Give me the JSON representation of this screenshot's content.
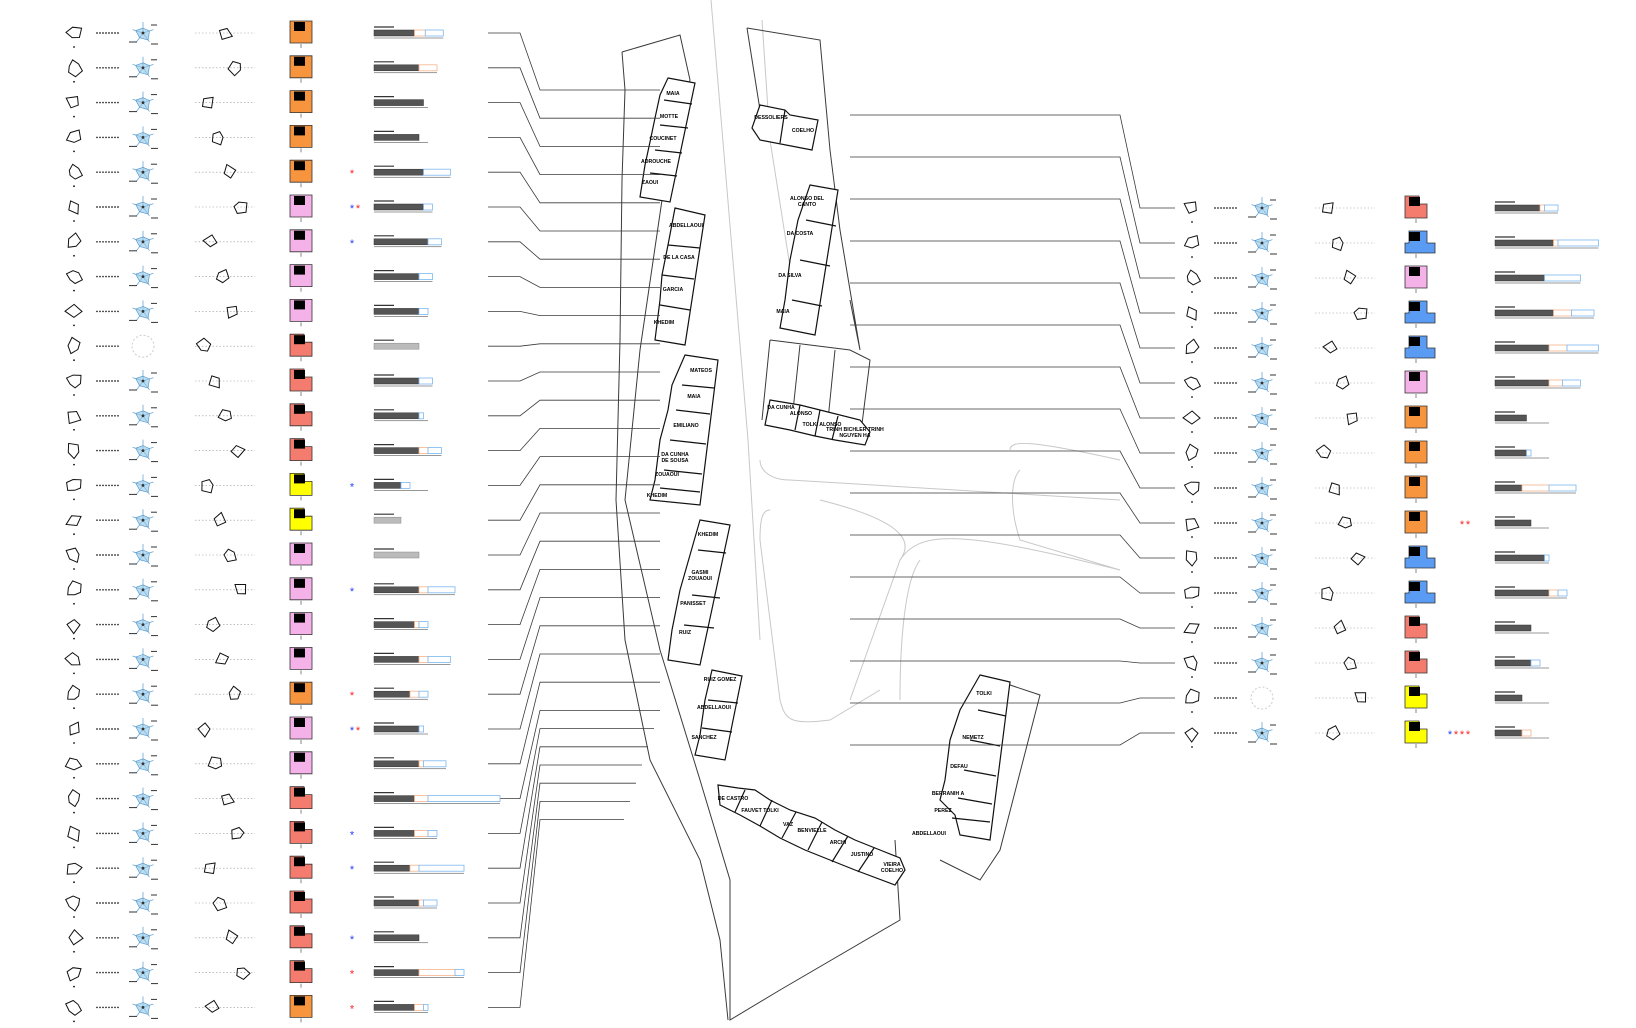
{
  "colors": {
    "orange": "#f7953f",
    "pink": "#f5b2e8",
    "salmon": "#f47c6e",
    "yellow": "#ffff00",
    "blue": "#5a9cf4",
    "black": "#000000",
    "line": "#3a3a3a",
    "light_line": "#bdbdbd",
    "star_red": "#ff2020",
    "star_blue": "#2340ff",
    "bar_dark": "#555555",
    "bar_orange": "#f5b38a",
    "bar_blue": "#7ab8f0",
    "bar_green": "#5cc26a",
    "bar_grey": "#bbbbbb",
    "radar_fill": "#8fc4e6"
  },
  "left_rows": [
    {
      "color": "orange",
      "stars": "",
      "star_color": "",
      "bar": [
        0.45,
        0.12,
        0.2
      ]
    },
    {
      "color": "orange",
      "stars": "",
      "star_color": "",
      "bar": [
        0.5,
        0.2,
        0
      ]
    },
    {
      "color": "orange",
      "stars": "",
      "star_color": "",
      "bar": [
        0.55,
        0,
        0
      ]
    },
    {
      "color": "orange",
      "stars": "",
      "star_color": "",
      "bar": [
        0.5,
        0,
        0
      ]
    },
    {
      "color": "orange",
      "stars": "*",
      "star_color": "red",
      "bar": [
        0.55,
        0,
        0.3
      ]
    },
    {
      "color": "pink",
      "stars": "**",
      "star_color": "mixed",
      "bar": [
        0.55,
        0,
        0.1
      ]
    },
    {
      "color": "pink",
      "stars": "*",
      "star_color": "blue",
      "bar": [
        0.6,
        0,
        0.15
      ]
    },
    {
      "color": "pink",
      "stars": "",
      "star_color": "",
      "bar": [
        0.5,
        0,
        0.15
      ]
    },
    {
      "color": "pink",
      "stars": "",
      "star_color": "",
      "bar": [
        0.5,
        0,
        0.1
      ]
    },
    {
      "color": "salmon",
      "stars": "",
      "star_color": "",
      "bar": [
        0,
        0,
        0.5
      ]
    },
    {
      "color": "salmon",
      "stars": "",
      "star_color": "",
      "bar": [
        0.5,
        0,
        0.15
      ]
    },
    {
      "color": "salmon",
      "stars": "",
      "star_color": "",
      "bar": [
        0.5,
        0,
        0.05
      ]
    },
    {
      "color": "salmon",
      "stars": "",
      "star_color": "",
      "bar": [
        0.5,
        0.1,
        0.15
      ]
    },
    {
      "color": "yellow",
      "stars": "*",
      "star_color": "blue",
      "bar": [
        0.3,
        0,
        0.1
      ]
    },
    {
      "color": "yellow",
      "stars": "",
      "star_color": "",
      "bar": [
        0,
        0,
        0.3
      ]
    },
    {
      "color": "pink",
      "stars": "",
      "star_color": "",
      "bar": [
        0,
        0,
        0.5
      ]
    },
    {
      "color": "pink",
      "stars": "*",
      "star_color": "blue",
      "bar": [
        0.5,
        0.1,
        0.3
      ]
    },
    {
      "color": "pink",
      "stars": "",
      "star_color": "",
      "bar": [
        0.45,
        0.05,
        0.1
      ]
    },
    {
      "color": "pink",
      "stars": "",
      "star_color": "",
      "bar": [
        0.5,
        0.1,
        0.25
      ]
    },
    {
      "color": "orange",
      "stars": "*",
      "star_color": "red",
      "bar": [
        0.4,
        0.1,
        0.1
      ]
    },
    {
      "color": "pink",
      "stars": "**",
      "star_color": "mixed",
      "bar": [
        0.5,
        0,
        0.05
      ]
    },
    {
      "color": "pink",
      "stars": "",
      "star_color": "",
      "bar": [
        0.5,
        0.05,
        0.25
      ]
    },
    {
      "color": "salmon",
      "stars": "",
      "star_color": "",
      "bar": [
        0.45,
        0.15,
        0.8
      ]
    },
    {
      "color": "salmon",
      "stars": "*",
      "star_color": "blue",
      "bar": [
        0.45,
        0.15,
        0.1
      ]
    },
    {
      "color": "salmon",
      "stars": "*",
      "star_color": "blue",
      "bar": [
        0.4,
        0.1,
        0.5
      ]
    },
    {
      "color": "salmon",
      "stars": "",
      "star_color": "",
      "bar": [
        0.5,
        0.05,
        0.15
      ]
    },
    {
      "color": "salmon",
      "stars": "*",
      "star_color": "blue",
      "bar": [
        0.5,
        0,
        0
      ]
    },
    {
      "color": "salmon",
      "stars": "*",
      "star_color": "red",
      "bar": [
        0.5,
        0.4,
        0.1
      ]
    },
    {
      "color": "orange",
      "stars": "*",
      "star_color": "red",
      "bar": [
        0.45,
        0.1,
        0.05
      ]
    }
  ],
  "right_rows": [
    {
      "color": "salmon",
      "stars": "",
      "star_color": "",
      "bar": [
        0.5,
        0.05,
        0.15
      ]
    },
    {
      "color": "blue",
      "stars": "",
      "star_color": "",
      "bar": [
        0.65,
        0.05,
        0.45
      ]
    },
    {
      "color": "pink",
      "stars": "",
      "star_color": "",
      "bar": [
        0.55,
        0,
        0.4
      ]
    },
    {
      "color": "blue",
      "stars": "",
      "star_color": "",
      "bar": [
        0.65,
        0.2,
        0.25
      ]
    },
    {
      "color": "blue",
      "stars": "",
      "star_color": "",
      "bar": [
        0.6,
        0.2,
        0.35
      ]
    },
    {
      "color": "pink",
      "stars": "",
      "star_color": "",
      "bar": [
        0.6,
        0.15,
        0.2
      ]
    },
    {
      "color": "orange",
      "stars": "",
      "star_color": "",
      "bar": [
        0.35,
        0,
        0
      ]
    },
    {
      "color": "orange",
      "stars": "",
      "star_color": "",
      "bar": [
        0.35,
        0,
        0.05
      ]
    },
    {
      "color": "orange",
      "stars": "",
      "star_color": "",
      "bar": [
        0.3,
        0.3,
        0.3
      ]
    },
    {
      "color": "orange",
      "stars": "**",
      "star_color": "red",
      "bar": [
        0.4,
        0,
        0
      ]
    },
    {
      "color": "blue",
      "stars": "",
      "star_color": "",
      "bar": [
        0.55,
        0,
        0.05
      ]
    },
    {
      "color": "blue",
      "stars": "",
      "star_color": "",
      "bar": [
        0.6,
        0.1,
        0.1
      ]
    },
    {
      "color": "salmon",
      "stars": "",
      "star_color": "",
      "bar": [
        0.4,
        0,
        0
      ]
    },
    {
      "color": "salmon",
      "stars": "",
      "star_color": "",
      "bar": [
        0.4,
        0,
        0.1
      ]
    },
    {
      "color": "yellow",
      "stars": "",
      "star_color": "",
      "bar": [
        0.3,
        0,
        0
      ]
    },
    {
      "color": "yellow",
      "stars": "****",
      "star_color": "mixed",
      "bar": [
        0.3,
        0.1,
        0
      ]
    }
  ],
  "building_labels": [
    "MAIA",
    "MOTTE",
    "COUCINET",
    "ADROUCHE",
    "ZAOUI",
    "ABDELLAOUI",
    "DE LA CASA",
    "GARCIA",
    "KHEDIM",
    "MATEOS",
    "MAIA",
    "EMILIANO",
    "DA CUNHA DE SOUSA",
    "ZOUAOUI",
    "KHEDIM",
    "KHEDIM",
    "GASMI ZOUAOUI",
    "PANISSET",
    "RUIZ",
    "RUIZ GOMEZ",
    "ABDELLAOUI",
    "SANCHEZ",
    "DE CASTRO",
    "FAUVET TOLKI",
    "VAZ",
    "BENVIELLE",
    "ARCHI",
    "JUSTINO",
    "VIEIRA COELHO",
    "DESSOLIERS",
    "COELHO",
    "ALONSO DEL CANTO",
    "DA COSTA",
    "DA SILVA",
    "MAIA",
    "DA CUNHA",
    "ALONSO",
    "TOLKI ALONSO",
    "TRINH BICHLER TRINH NGUYEN HA",
    "TOLKI",
    "NEMETZ",
    "DEFAU",
    "BERRANIH A",
    "PEREZ",
    "ABDELLAOUI"
  ]
}
